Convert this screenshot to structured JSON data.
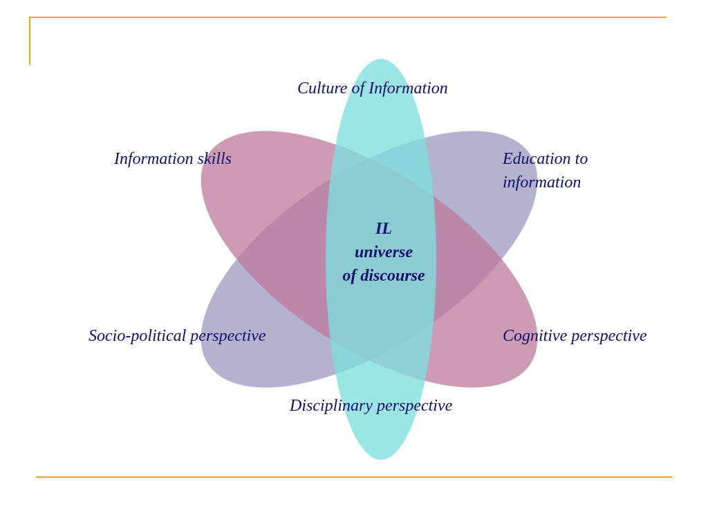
{
  "diagram": {
    "center": {
      "line1": "IL",
      "line2": "universe",
      "line3": "of discourse"
    },
    "labels": {
      "top": "Culture of Information",
      "top_left": "Information skills",
      "top_right_line1": "Education to",
      "top_right_line2": "information",
      "bottom_left": "Socio-political perspective",
      "bottom_right": "Cognitive perspective",
      "bottom": "Disciplinary perspective"
    },
    "colors": {
      "vertical_petal": "#7fdede",
      "descending_petal": "#bd7a9c",
      "ascending_petal": "#9a9ac0",
      "text": "#0f0f6e",
      "frame": "#e2aa2a"
    }
  }
}
